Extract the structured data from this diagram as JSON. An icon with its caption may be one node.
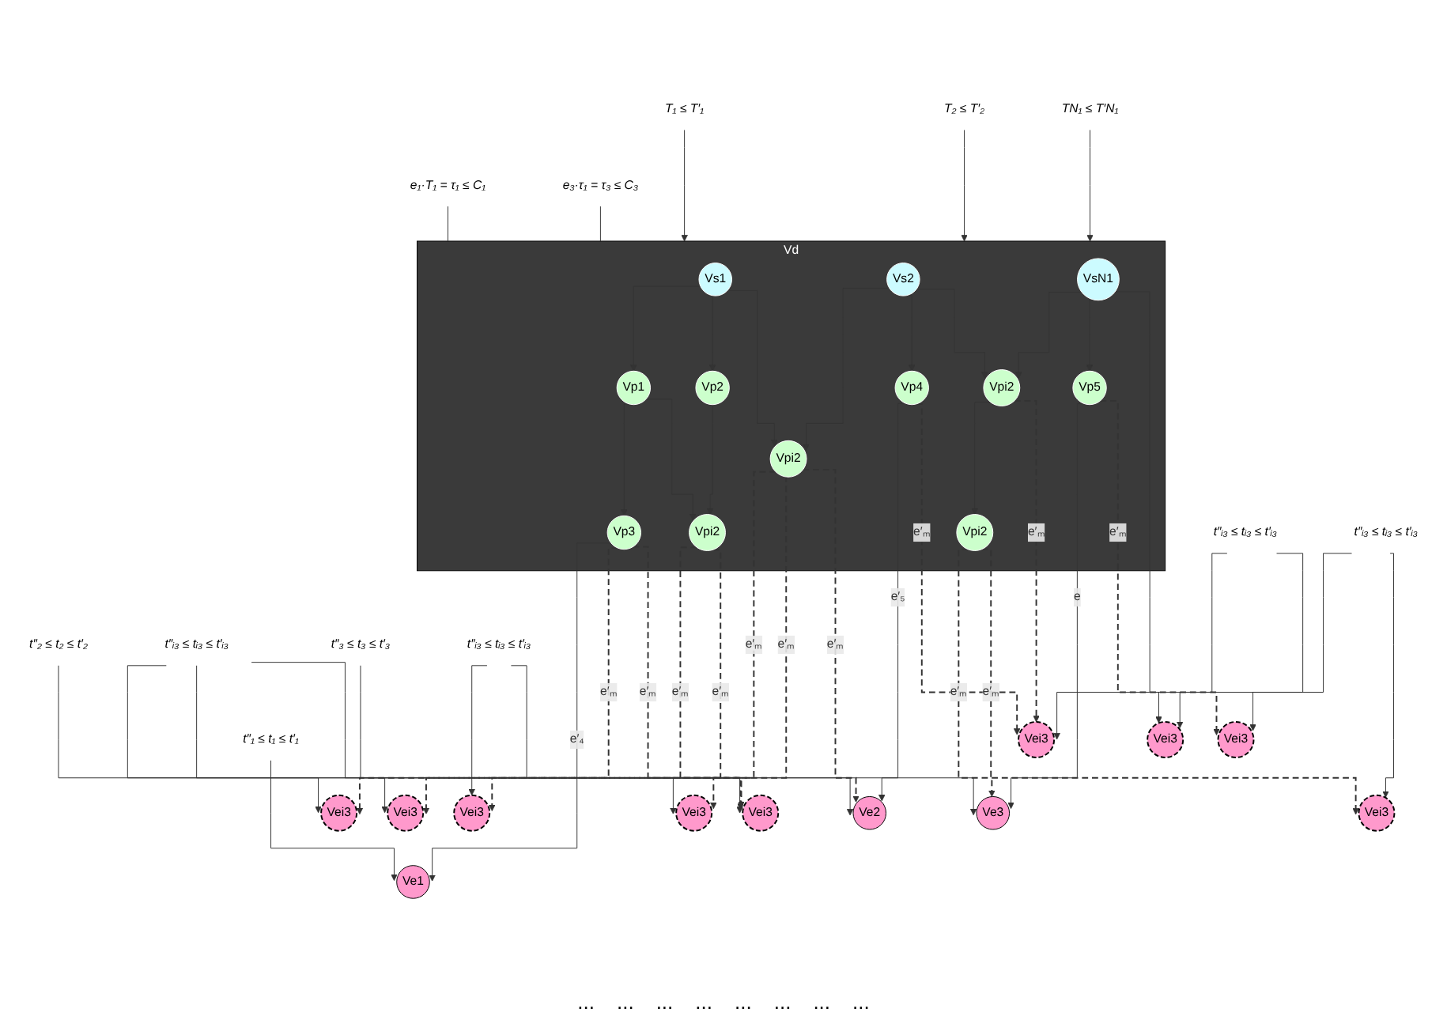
{
  "diagram": {
    "nodes": [
      {
        "text": [
          "Vd"
        ]
      },
      {
        "text": [
          "T₁ ≤ T′₁"
        ]
      },
      {
        "text": [
          "T₂ ≤ T′₂"
        ]
      },
      {
        "text": [
          "TN₁ ≤ T′N₁"
        ]
      },
      {
        "text": [
          "e₁·T₁ = τ₁ ≤ C₁"
        ]
      },
      {
        "text": [
          "e₃·τ₁ = τ₃ ≤ C₃"
        ]
      },
      {
        "text": [
          "Vs1"
        ],
        "in": 0
      },
      {
        "text": [
          "Vs2"
        ],
        "in": 0
      },
      {
        "text": [
          "VsN1"
        ],
        "in": 0
      },
      {
        "text": [
          "Vp1"
        ],
        "in": 0
      },
      {
        "text": [
          "Vp2"
        ],
        "in": 0
      },
      {
        "text": [
          "Vpi2"
        ],
        "in": 0
      },
      {
        "text": [
          "Vp4"
        ],
        "in": 0
      },
      {
        "text": [
          "Vpi2"
        ],
        "in": 0
      },
      {
        "text": [
          "Vei3"
        ]
      },
      {
        "text": [
          "Vp3"
        ],
        "in": 0
      },
      {
        "text": [
          "Vpi2"
        ],
        "in": 0
      },
      {
        "text": [
          "Vp5"
        ],
        "in": 0
      },
      {
        "text": [
          "Vei3"
        ]
      },
      {
        "text": [
          "Vei3"
        ]
      },
      {
        "text": [
          "Vpi2"
        ],
        "in": 0
      },
      {
        "text": [
          "Ve1"
        ]
      },
      {
        "text": [
          "Vei3"
        ]
      },
      {
        "text": [
          "Vei3"
        ]
      },
      {
        "text": [
          "Vei3"
        ]
      },
      {
        "text": [
          "Ve2"
        ]
      },
      {
        "text": [
          "Vei3"
        ]
      },
      {
        "text": [
          "Ve3"
        ]
      },
      {
        "text": [
          "Vei3"
        ]
      },
      {
        "text": [
          "Vei3"
        ]
      },
      {
        "text": [
          "t″ᵢ₃ ≤ tᵢ₃ ≤ t′ᵢ₃"
        ]
      },
      {
        "text": [
          "t″₂ ≤ t₂ ≤ t′₂"
        ]
      },
      {
        "text": [
          "t″₁ ≤ t₁ ≤ t′₁"
        ]
      },
      {
        "text": [
          "t″ᵢ₃ ≤ tᵢ₃ ≤ t′ᵢ₃"
        ]
      },
      {
        "text": [
          "t″ᵢ₃ ≤ tᵢ₃ ≤ t′ᵢ₃"
        ]
      },
      {
        "text": [
          "t″₃ ≤ t₃ ≤ t′₃"
        ]
      },
      {
        "text": [
          "t″ᵢ₃ ≤ tᵢ₃ ≤ t′ᵢ₃"
        ]
      }
    ],
    "edges": [
      {
        "from": 1,
        "to": 0,
        "arrow": "to"
      },
      {
        "from": 2,
        "to": 0,
        "arrow": "to"
      },
      {
        "from": 3,
        "to": 0,
        "arrow": "to"
      },
      {
        "from": 4,
        "to": 0,
        "arrow": "none"
      },
      {
        "from": 5,
        "to": 0,
        "arrow": "none"
      },
      {
        "from": 6,
        "to": 9,
        "arrow": "to"
      },
      {
        "from": 6,
        "to": 10,
        "arrow": "to"
      },
      {
        "from": 6,
        "to": 11,
        "arrow": "to"
      },
      {
        "from": 7,
        "to": 11,
        "arrow": "to"
      },
      {
        "from": 7,
        "to": 12,
        "arrow": "to"
      },
      {
        "from": 7,
        "to": 13,
        "arrow": "to"
      },
      {
        "from": 8,
        "to": 13,
        "arrow": "to"
      },
      {
        "from": 8,
        "to": 17,
        "arrow": "to"
      },
      {
        "from": 9,
        "to": 15,
        "arrow": "to"
      },
      {
        "from": 9,
        "to": 16,
        "arrow": "to"
      },
      {
        "from": 10,
        "to": 16,
        "arrow": "to"
      },
      {
        "from": 13,
        "to": 20,
        "arrow": "to"
      },
      {
        "from": 8,
        "to": 14,
        "arrow": "to"
      },
      {
        "from": 15,
        "to": 21,
        "arrow": "to",
        "label": "e′₄"
      },
      {
        "from": 15,
        "to": 22,
        "arrow": "to",
        "label": "e′ₘ",
        "style": "dashed"
      },
      {
        "from": 15,
        "to": 23,
        "arrow": "to",
        "label": "e′ₘ",
        "style": "dashed"
      },
      {
        "from": 16,
        "to": 23,
        "arrow": "to",
        "label": "e′ₘ",
        "style": "dashed"
      },
      {
        "from": 16,
        "to": 24,
        "arrow": "to",
        "label": "e′ₘ",
        "style": "dashed"
      },
      {
        "from": 11,
        "to": 18,
        "arrow": "to",
        "label": "e′ₘ",
        "style": "dashed"
      },
      {
        "from": 11,
        "to": 19,
        "arrow": "to",
        "label": "e′ₘ",
        "style": "dashed"
      },
      {
        "from": 11,
        "to": 25,
        "arrow": "to",
        "label": "e′ₘ",
        "style": "dashed"
      },
      {
        "from": 12,
        "to": 25,
        "arrow": "to",
        "label": "e′₅"
      },
      {
        "from": 12,
        "to": 26,
        "arrow": "to",
        "label": "e′ₘ",
        "style": "dashed"
      },
      {
        "from": 13,
        "to": 26,
        "arrow": "to",
        "label": "e′ₘ",
        "style": "dashed"
      },
      {
        "from": 20,
        "to": 29,
        "arrow": "to",
        "label": "e′ₘ",
        "style": "dashed"
      },
      {
        "from": 20,
        "to": 27,
        "arrow": "to",
        "label": "e′ₘ",
        "style": "dashed"
      },
      {
        "from": 17,
        "to": 27,
        "arrow": "to",
        "label": "e"
      },
      {
        "from": 17,
        "to": 28,
        "arrow": "to",
        "label": "e′ₘ",
        "style": "dashed"
      },
      {
        "from": 30,
        "to": 14,
        "arrow": "to"
      },
      {
        "from": 30,
        "to": 28,
        "arrow": "to"
      },
      {
        "from": 31,
        "to": 25,
        "arrow": "to"
      },
      {
        "from": 32,
        "to": 21,
        "arrow": "to"
      },
      {
        "from": 33,
        "to": 24,
        "arrow": "to"
      },
      {
        "from": 33,
        "to": 18,
        "arrow": "to"
      },
      {
        "from": 33,
        "to": 19,
        "arrow": "to"
      },
      {
        "from": 34,
        "to": 26,
        "arrow": "to"
      },
      {
        "from": 34,
        "to": 29,
        "arrow": "to"
      },
      {
        "from": 35,
        "to": 27,
        "arrow": "to"
      },
      {
        "from": 36,
        "to": 22,
        "arrow": "to"
      },
      {
        "from": 36,
        "to": 23,
        "arrow": "to"
      }
    ],
    "labels": [
      "...",
      "...",
      "...",
      "...",
      "...",
      "...",
      "...",
      "..."
    ]
  }
}
